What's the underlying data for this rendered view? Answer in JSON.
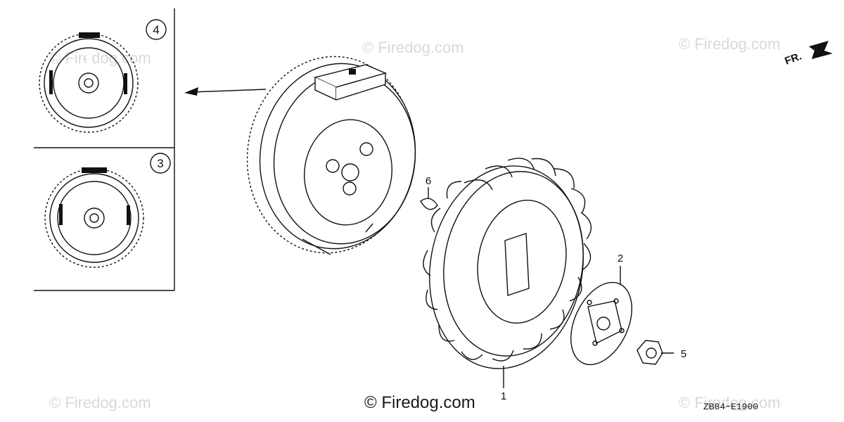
{
  "watermark": "© Firedog.com",
  "main_watermark": "© Firedog.com",
  "diagram_code": "ZB84−E1900",
  "direction_label": "FR.",
  "insets": [
    {
      "number": "4"
    },
    {
      "number": "3"
    }
  ],
  "callouts": [
    {
      "number": "1"
    },
    {
      "number": "2"
    },
    {
      "number": "5"
    },
    {
      "number": "6"
    }
  ]
}
